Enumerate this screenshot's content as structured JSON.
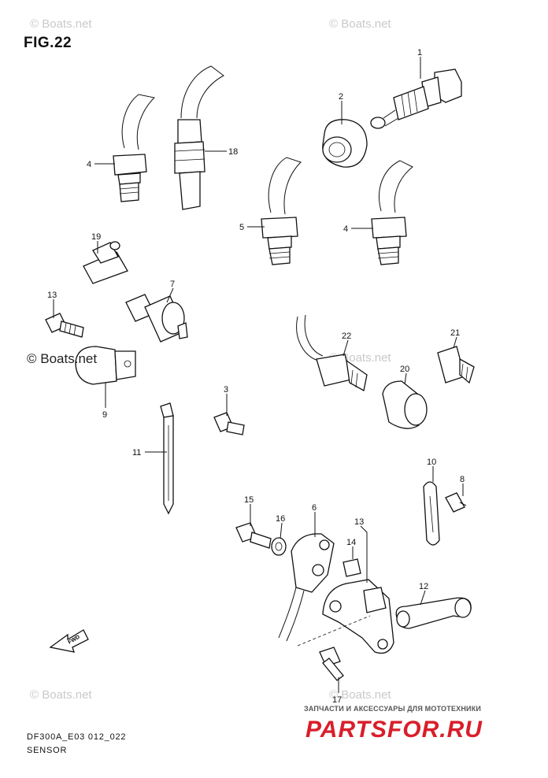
{
  "figure": {
    "title": "FIG.22",
    "model_code": "DF300A_E03 012_022",
    "section": "SENSOR"
  },
  "watermarks": {
    "light": "© Boats.net",
    "dark": "© Boats.net"
  },
  "brand": {
    "tagline": "ЗАПЧАСТИ И АКСЕССУАРЫ ДЛЯ МОТОТЕХНИКИ",
    "logo": "PARTSFOR.RU",
    "color": "#d91e2a"
  },
  "fwd_label": "FWD",
  "callouts": [
    {
      "id": "c1",
      "label": "1"
    },
    {
      "id": "c2",
      "label": "2"
    },
    {
      "id": "c3",
      "label": "3"
    },
    {
      "id": "c4a",
      "label": "4"
    },
    {
      "id": "c4b",
      "label": "4"
    },
    {
      "id": "c5",
      "label": "5"
    },
    {
      "id": "c6",
      "label": "6"
    },
    {
      "id": "c7",
      "label": "7"
    },
    {
      "id": "c8",
      "label": "8"
    },
    {
      "id": "c9",
      "label": "9"
    },
    {
      "id": "c10",
      "label": "10"
    },
    {
      "id": "c11",
      "label": "11"
    },
    {
      "id": "c12",
      "label": "12"
    },
    {
      "id": "c13a",
      "label": "13"
    },
    {
      "id": "c13b",
      "label": "13"
    },
    {
      "id": "c14",
      "label": "14"
    },
    {
      "id": "c15",
      "label": "15"
    },
    {
      "id": "c16",
      "label": "16"
    },
    {
      "id": "c17",
      "label": "17"
    },
    {
      "id": "c18",
      "label": "18"
    },
    {
      "id": "c19",
      "label": "19"
    },
    {
      "id": "c20",
      "label": "20"
    },
    {
      "id": "c21",
      "label": "21"
    },
    {
      "id": "c22",
      "label": "22"
    }
  ]
}
